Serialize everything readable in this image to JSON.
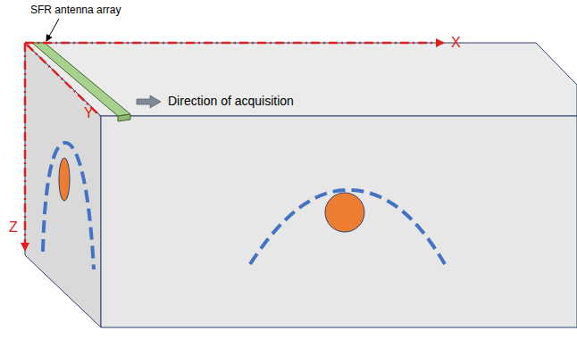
{
  "diagram": {
    "labels": [
      "SFR antenna array",
      "Direction of acquisition",
      "X",
      "Y",
      "Z"
    ]
  }
}
